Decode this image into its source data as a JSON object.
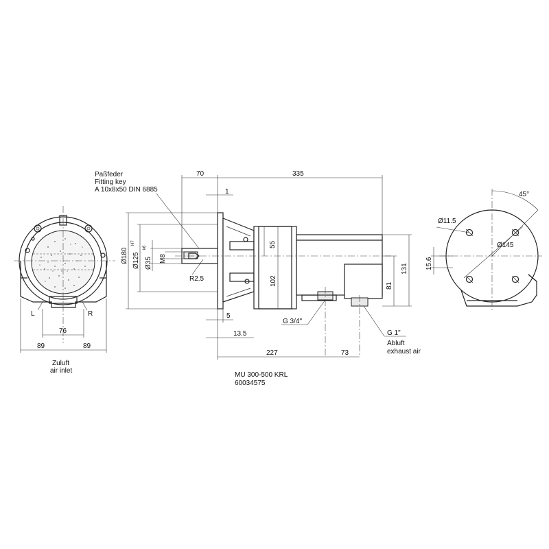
{
  "labels": {
    "key_de": "Paßfeder",
    "key_en": "Fitting key",
    "key_spec": "A 10x8x50 DIN 6885",
    "inlet_de": "Zuluft",
    "inlet_en": "air inlet",
    "exhaust_de": "Abluft",
    "exhaust_en": "exhaust air",
    "model": "MU 300-500 KRL",
    "part_no": "60034575",
    "left": "L",
    "right": "R",
    "thread_a": "G 3/4\"",
    "thread_b": "G 1\"",
    "radius": "R2.5",
    "thread_m": "M8"
  },
  "dims": {
    "d70": "70",
    "d335": "335",
    "d1": "1",
    "d180": "Ø180",
    "d125": "Ø125",
    "d125_tol": "H7",
    "d35": "Ø35",
    "d35_tol": "k6",
    "d55": "55",
    "d102": "102",
    "d131": "131",
    "d81": "81",
    "d5": "5",
    "d13_5": "13.5",
    "d227": "227",
    "d73": "73",
    "d76": "76",
    "d89a": "89",
    "d89b": "89",
    "d15_6": "15.6",
    "d11_5": "Ø11.5",
    "d145": "Ø145",
    "d45": "45°"
  }
}
